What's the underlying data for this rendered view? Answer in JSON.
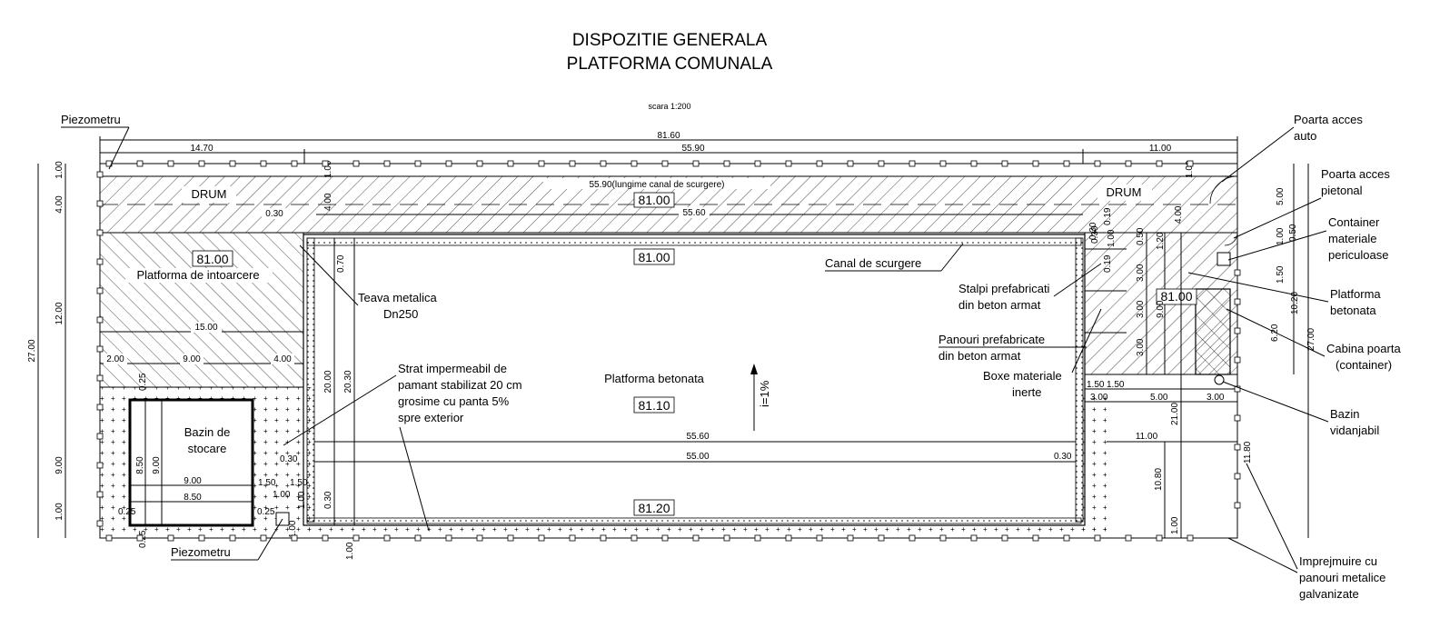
{
  "title": {
    "line1": "DISPOZITIE GENERALA",
    "line2": "PLATFORMA COMUNALA",
    "scale": "scara 1:200"
  },
  "labels": {
    "piezometru_top": "Piezometru",
    "piezometru_bottom": "Piezometru",
    "drum_left": "DRUM",
    "drum_right": "DRUM",
    "platforma_intoarcere": "Platforma de intoarcere",
    "teava_1": "Teava metalica",
    "teava_2": "Dn250",
    "strat_1": "Strat impermeabil de",
    "strat_2": "pamant stabilizat 20 cm",
    "strat_3": "grosime cu panta 5%",
    "strat_4": "spre exterior",
    "bazin_stocare_1": "Bazin de",
    "bazin_stocare_2": "stocare",
    "platforma_betonata_center": "Platforma betonata",
    "slope": "i=1%",
    "canal": "Canal de scurgere",
    "stalpi_1": "Stalpi prefabricati",
    "stalpi_2": "din beton armat",
    "panouri_1": "Panouri prefabricate",
    "panouri_2": "din beton armat",
    "boxe_1": "Boxe materiale",
    "boxe_2": "inerte",
    "poarta_auto_1": "Poarta acces",
    "poarta_auto_2": "auto",
    "poarta_pietonal_1": "Poarta acces",
    "poarta_pietonal_2": "pietonal",
    "container_1": "Container",
    "container_2": "materiale",
    "container_3": "periculoase",
    "platforma_bet_1": "Platforma",
    "platforma_bet_2": "betonata",
    "cabina_1": "Cabina poarta",
    "cabina_2": "(container)",
    "bazin_vid_1": "Bazin",
    "bazin_vid_2": "vidanjabil",
    "imprej_1": "Imprejmuire cu",
    "imprej_2": "panouri metalice",
    "imprej_3": "galvanizate"
  },
  "elevations": {
    "e_road": "81.00",
    "e_intoarcere": "81.00",
    "e_top": "81.00",
    "e_mid": "81.10",
    "e_bottom": "81.20",
    "e_right": "81.00"
  },
  "dims": {
    "total_w": "81.60",
    "w_left": "14.70",
    "w_mid": "55.90",
    "w_right": "11.00",
    "canal_len": "55.90(lungime canal de scurgere)",
    "d_5560_top": "55.60",
    "d_030_road": "0.30",
    "h_total": "27.00",
    "h_100a": "1.00",
    "h_400": "4.00",
    "h_1200": "12.00",
    "h_900": "9.00",
    "h_100b": "1.00",
    "d_1500": "15.00",
    "d_200": "2.00",
    "d_900h": "9.00",
    "d_400h": "4.00",
    "d_025a": "0.25",
    "d_850v": "8.50",
    "d_900v": "9.00",
    "d_900b": "9.00",
    "d_850b": "8.50",
    "d_025b": "0.25",
    "d_025c": "0.25",
    "d_025d": "0.25",
    "d_150a": "1.50",
    "d_150b": "1.50",
    "d_100c": "1.00",
    "d_100d": "1.00",
    "d_100e": "1.00",
    "d_030a": "0.30",
    "d_100f": "1.00",
    "d_400v": "4.00",
    "d_070": "0.70",
    "d_2000": "20.00",
    "d_2030": "20.30",
    "d_030b": "0.30",
    "d_5560": "55.60",
    "d_5500": "55.00",
    "d_030c": "0.30",
    "d_019a": "0.19",
    "d_019b": "0.19",
    "d_030d": "0.30",
    "d_030e": "0.30",
    "d_100g": "1.00",
    "d_300a": "3.00",
    "d_300b": "3.00",
    "d_300c": "3.00",
    "d_900r": "9.00",
    "d_050": "0.50",
    "d_120": "1.20",
    "d_400r": "4.00",
    "d_100r": "1.00",
    "d_150r": "1.50",
    "d_050r": "0.50",
    "d_100h": "1.00",
    "d_1020": "10.20",
    "d_620": "6.20",
    "d_2700r": "27.00",
    "d_500v": "5.00",
    "d_150c": "1.50",
    "d_150d": "1.50",
    "d_300d": "3.00",
    "d_500h": "5.00",
    "d_300e": "3.00",
    "d_1100": "11.00",
    "d_2100": "21.00",
    "d_1080": "10.80",
    "d_1180": "11.80",
    "d_100i": "1.00"
  }
}
